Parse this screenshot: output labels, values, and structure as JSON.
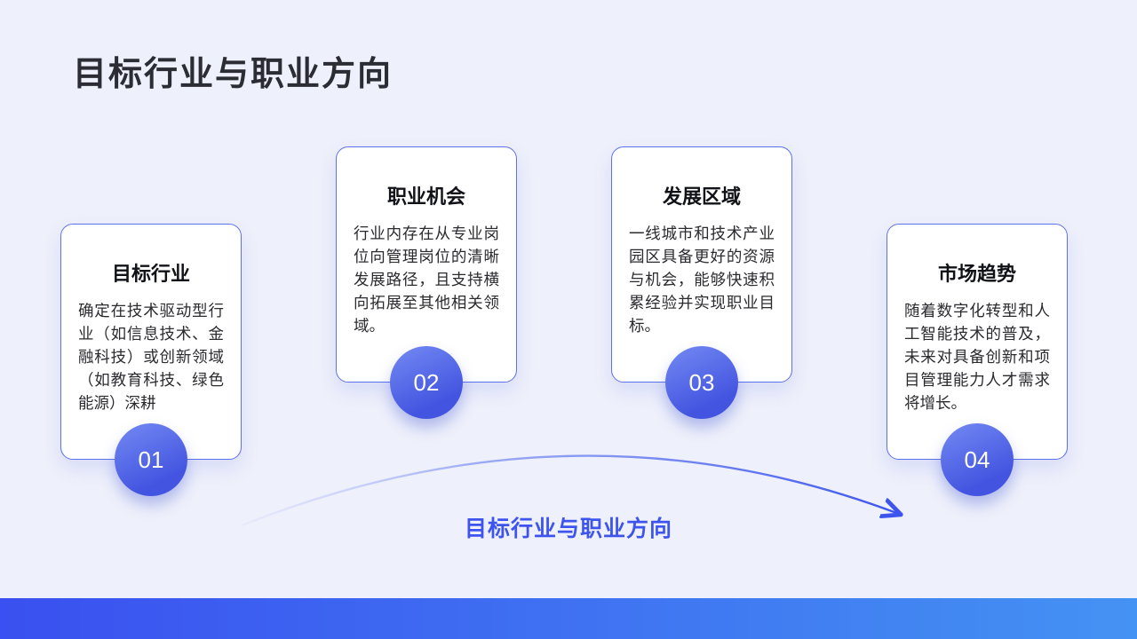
{
  "page": {
    "title": "目标行业与职业方向"
  },
  "cards": [
    {
      "number": "01",
      "title": "目标行业",
      "body": "确定在技术驱动型行业（如信息技术、金融科技）或创新领域（如教育科技、绿色能源）深耕"
    },
    {
      "number": "02",
      "title": "职业机会",
      "body": "行业内存在从专业岗位向管理岗位的清晰发展路径，且支持横向拓展至其他相关领域。"
    },
    {
      "number": "03",
      "title": "发展区域",
      "body": "一线城市和技术产业园区具备更好的资源与机会，能够快速积累经验并实现职业目标。"
    },
    {
      "number": "04",
      "title": "市场趋势",
      "body": "随着数字化转型和人工智能技术的普及，未来对具备创新和项目管理能力人才需求将增长。"
    }
  ],
  "flow": {
    "caption": "目标行业与职业方向"
  },
  "colors": {
    "background": "#EEF0FB",
    "accent_blue": "#3D55EE",
    "card_border": "#5E71EC",
    "badge_gradient_start": "#7186F2",
    "badge_gradient_end": "#4355E0",
    "footer_gradient_start": "#3A50F0",
    "footer_gradient_end": "#4492F3",
    "title_color": "#2B2C34"
  }
}
